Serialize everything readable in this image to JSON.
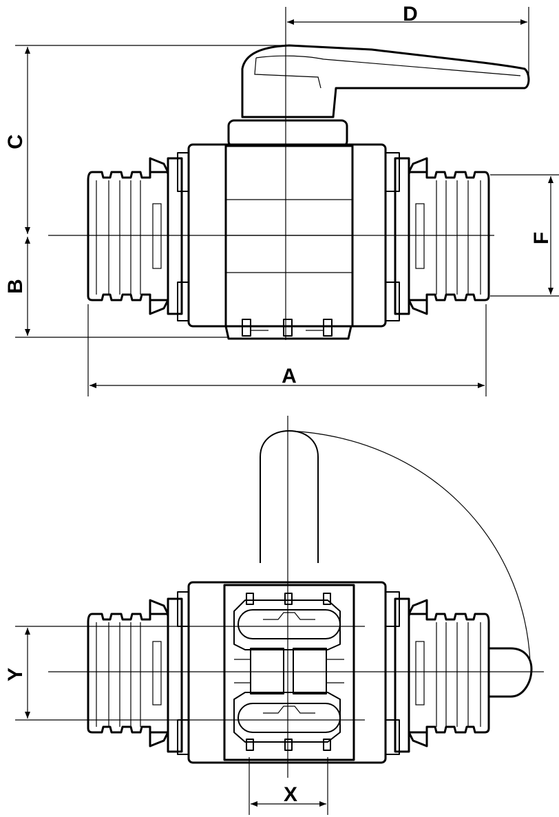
{
  "dimensions": {
    "a": "A",
    "b": "B",
    "c": "C",
    "d": "D",
    "f": "F",
    "x": "X",
    "y": "Y"
  }
}
